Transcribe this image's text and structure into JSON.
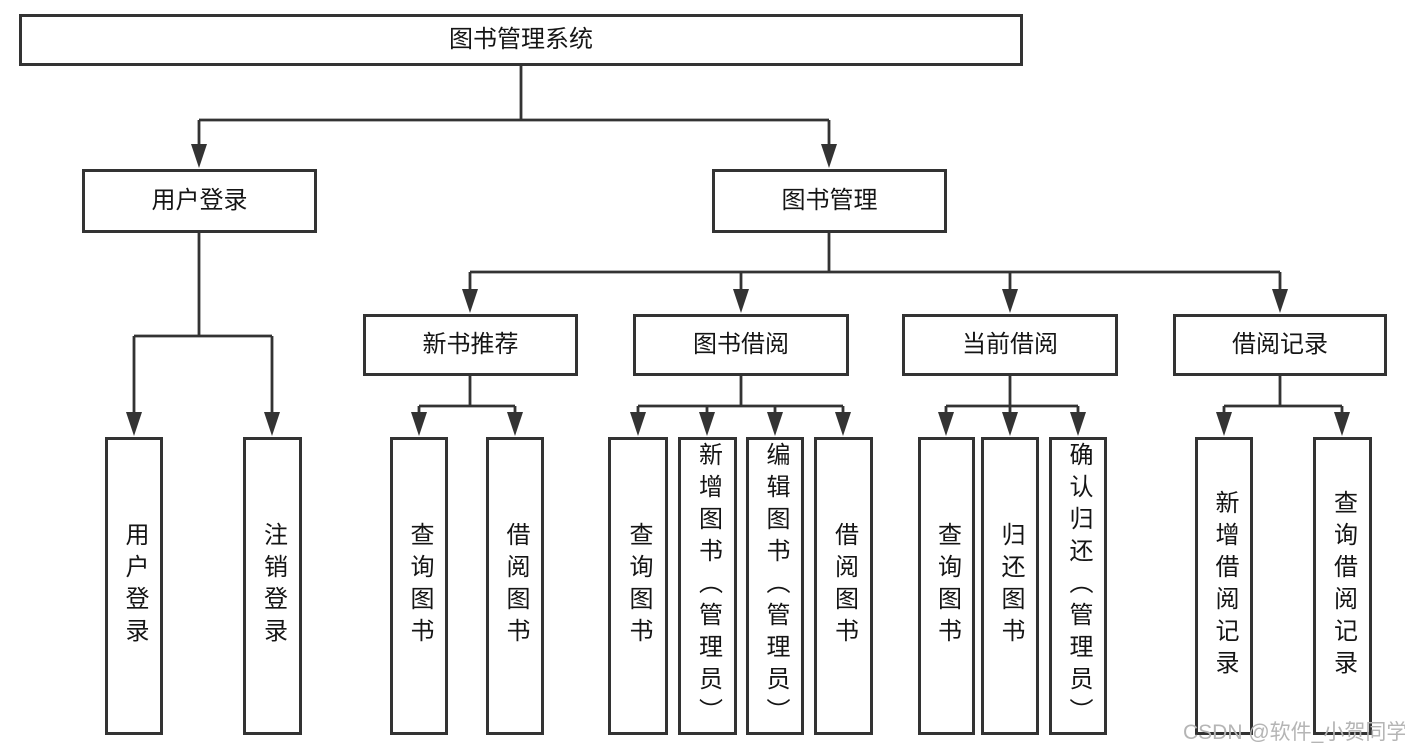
{
  "diagram": {
    "root": "图书管理系统",
    "login": {
      "label": "用户登录",
      "children": [
        "用户登录",
        "注销登录"
      ]
    },
    "management": {
      "label": "图书管理",
      "sections": [
        {
          "label": "新书推荐",
          "children": [
            "查询图书",
            "借阅图书"
          ]
        },
        {
          "label": "图书借阅",
          "children": [
            "查询图书",
            "新增图书（管理员）",
            "编辑图书（管理员）",
            "借阅图书"
          ]
        },
        {
          "label": "当前借阅",
          "children": [
            "查询图书",
            "归还图书",
            "确认归还（管理员）"
          ]
        },
        {
          "label": "借阅记录",
          "children": [
            "新增借阅记录",
            "查询借阅记录"
          ]
        }
      ]
    }
  },
  "watermark": {
    "text": "CSDN @软件_小贺同学"
  },
  "colors": {
    "line": "#333333",
    "box_border": "#333333",
    "text": "#151515",
    "watermark": "#b5b5b5",
    "background": "#ffffff"
  }
}
